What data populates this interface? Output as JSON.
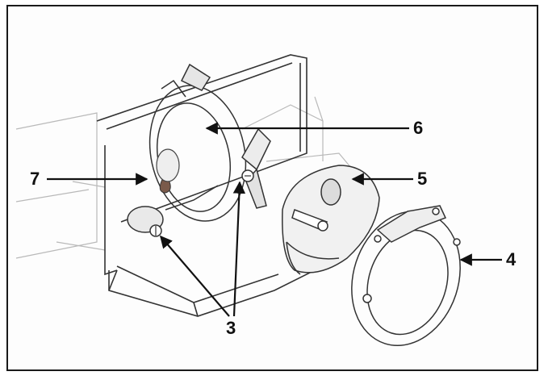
{
  "callouts": [
    {
      "id": "c3",
      "label": "3"
    },
    {
      "id": "c4",
      "label": "4"
    },
    {
      "id": "c5",
      "label": "5"
    },
    {
      "id": "c6",
      "label": "6"
    },
    {
      "id": "c7",
      "label": "7"
    }
  ]
}
